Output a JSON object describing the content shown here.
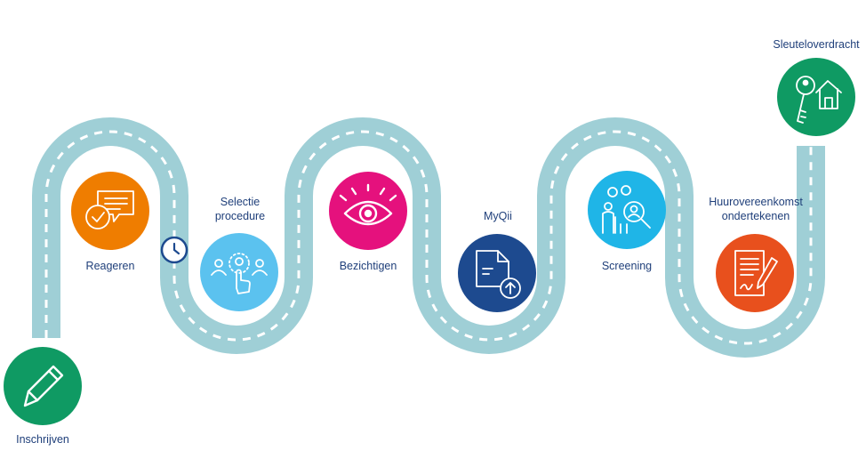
{
  "steps": [
    {
      "label": "Inschrijven",
      "color": "#0f9a63",
      "icon": "pencil-icon"
    },
    {
      "label": "Reageren",
      "color": "#ef7d00",
      "icon": "chat-check-icon"
    },
    {
      "label_lines": [
        "Selectie",
        "procedure"
      ],
      "color": "#5bc2ef",
      "icon": "selection-people-icon"
    },
    {
      "label": "Bezichtigen",
      "color": "#e5117d",
      "icon": "eye-icon"
    },
    {
      "label": "MyQii",
      "color": "#1d4a8f",
      "icon": "document-upload-icon"
    },
    {
      "label": "Screening",
      "color": "#1fb5e7",
      "icon": "people-search-icon"
    },
    {
      "label_lines": [
        "Huurovereenkomst",
        "ondertekenen"
      ],
      "color": "#e8501d",
      "icon": "contract-sign-icon"
    },
    {
      "label": "Sleuteloverdracht",
      "color": "#0f9a63",
      "icon": "key-house-icon"
    }
  ],
  "road_color": "#9fcfd6",
  "clock_icon": "clock-icon",
  "text_color": "#1f3f7a"
}
